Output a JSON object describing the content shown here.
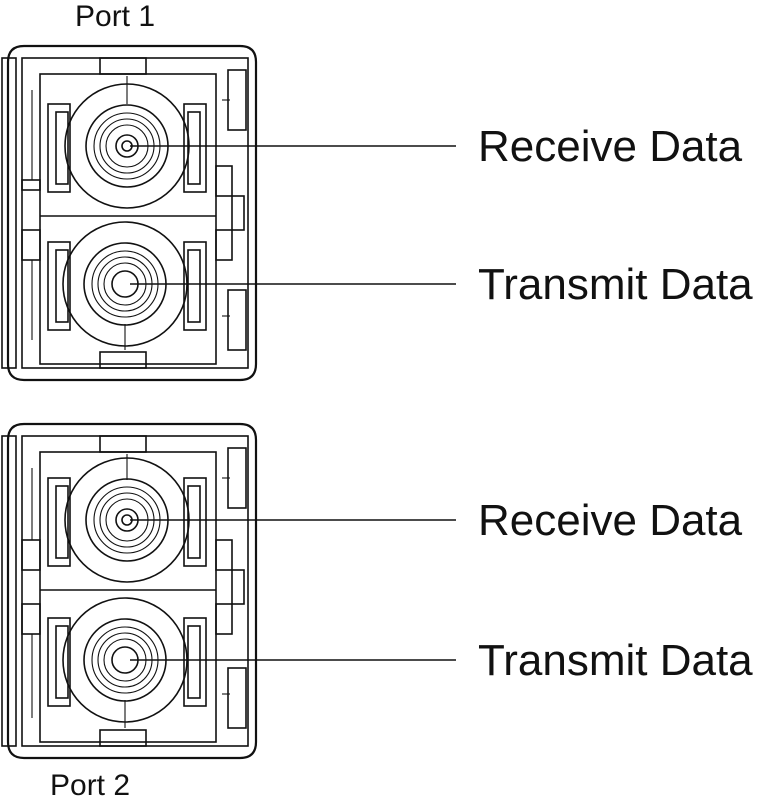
{
  "ports": [
    {
      "label": "Port 1",
      "signals": [
        {
          "label": "Receive Data"
        },
        {
          "label": "Transmit Data"
        }
      ]
    },
    {
      "label": "Port 2",
      "signals": [
        {
          "label": "Receive Data"
        },
        {
          "label": "Transmit Data"
        }
      ]
    }
  ],
  "colors": {
    "line": "#111111",
    "background": "#ffffff"
  }
}
